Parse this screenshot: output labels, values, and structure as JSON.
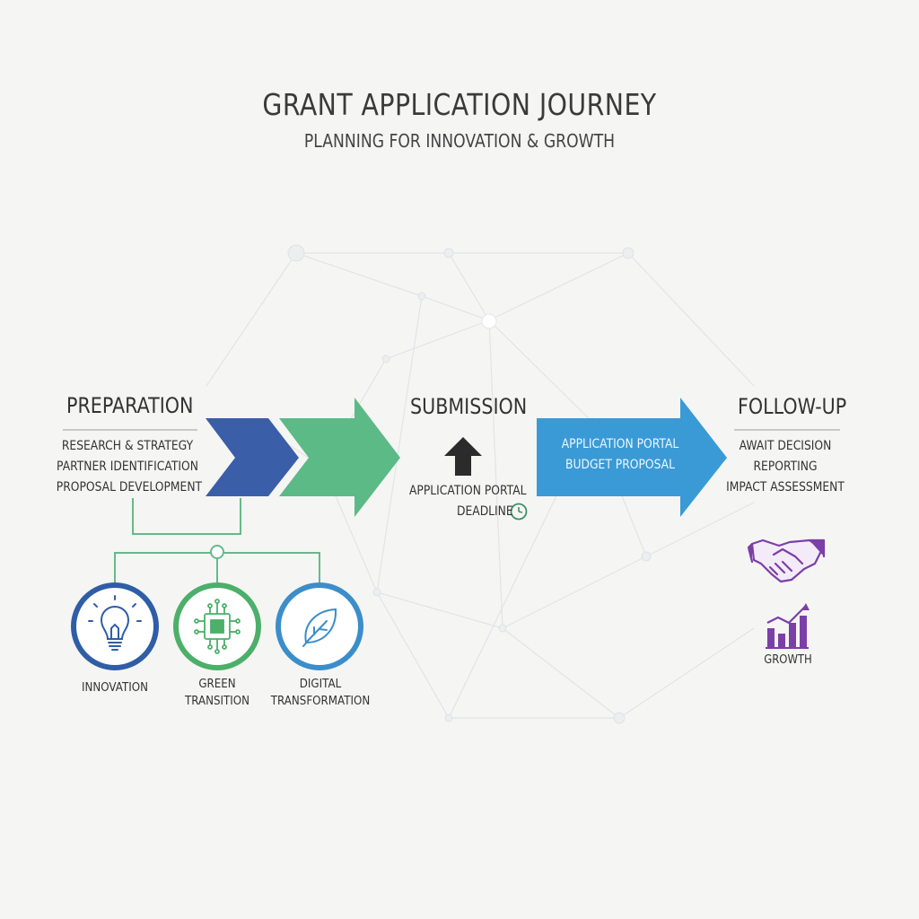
{
  "header": {
    "title": "GRANT APPLICATION JOURNEY",
    "subtitle": "PLANNING FOR INNOVATION & GROWTH"
  },
  "stages": {
    "preparation": {
      "title": "PREPARATION",
      "items": [
        "RESEARCH & STRATEGY",
        "PARTNER IDENTIFICATION",
        "PROPOSAL DEVELOPMENT"
      ]
    },
    "submission": {
      "title": "SUBMISSION",
      "portal": "APPLICATION PORTAL",
      "deadline": "DEADLINE"
    },
    "follow_up": {
      "title": "FOLLOW-UP",
      "items": [
        "AWAIT DECISION",
        "REPORTING",
        "IMPACT ASSESSMENT"
      ]
    }
  },
  "blue_arrow": {
    "items": [
      "APPLICATION PORTAL",
      "BUDGET PROPOSAL"
    ]
  },
  "focus_areas": [
    {
      "label_lines": [
        "INNOVATION"
      ],
      "icon": "lightbulb-icon",
      "color": "#2f5ea6"
    },
    {
      "label_lines": [
        "GREEN",
        "TRANSITION"
      ],
      "icon": "chip-icon",
      "color": "#4caf6a"
    },
    {
      "label_lines": [
        "DIGITAL",
        "TRANSFORMATION"
      ],
      "icon": "leaf-icon",
      "color": "#3b8ec9"
    }
  ],
  "growth": {
    "label": "GROWTH",
    "icons": [
      "handshake-icon",
      "growth-chart-icon"
    ]
  },
  "colors": {
    "arrow_navy": "#3b5ea8",
    "arrow_green": "#5bba86",
    "arrow_blue": "#3a9ad6",
    "accent_purple": "#7b3fa8",
    "connector_green": "#66b98a"
  }
}
